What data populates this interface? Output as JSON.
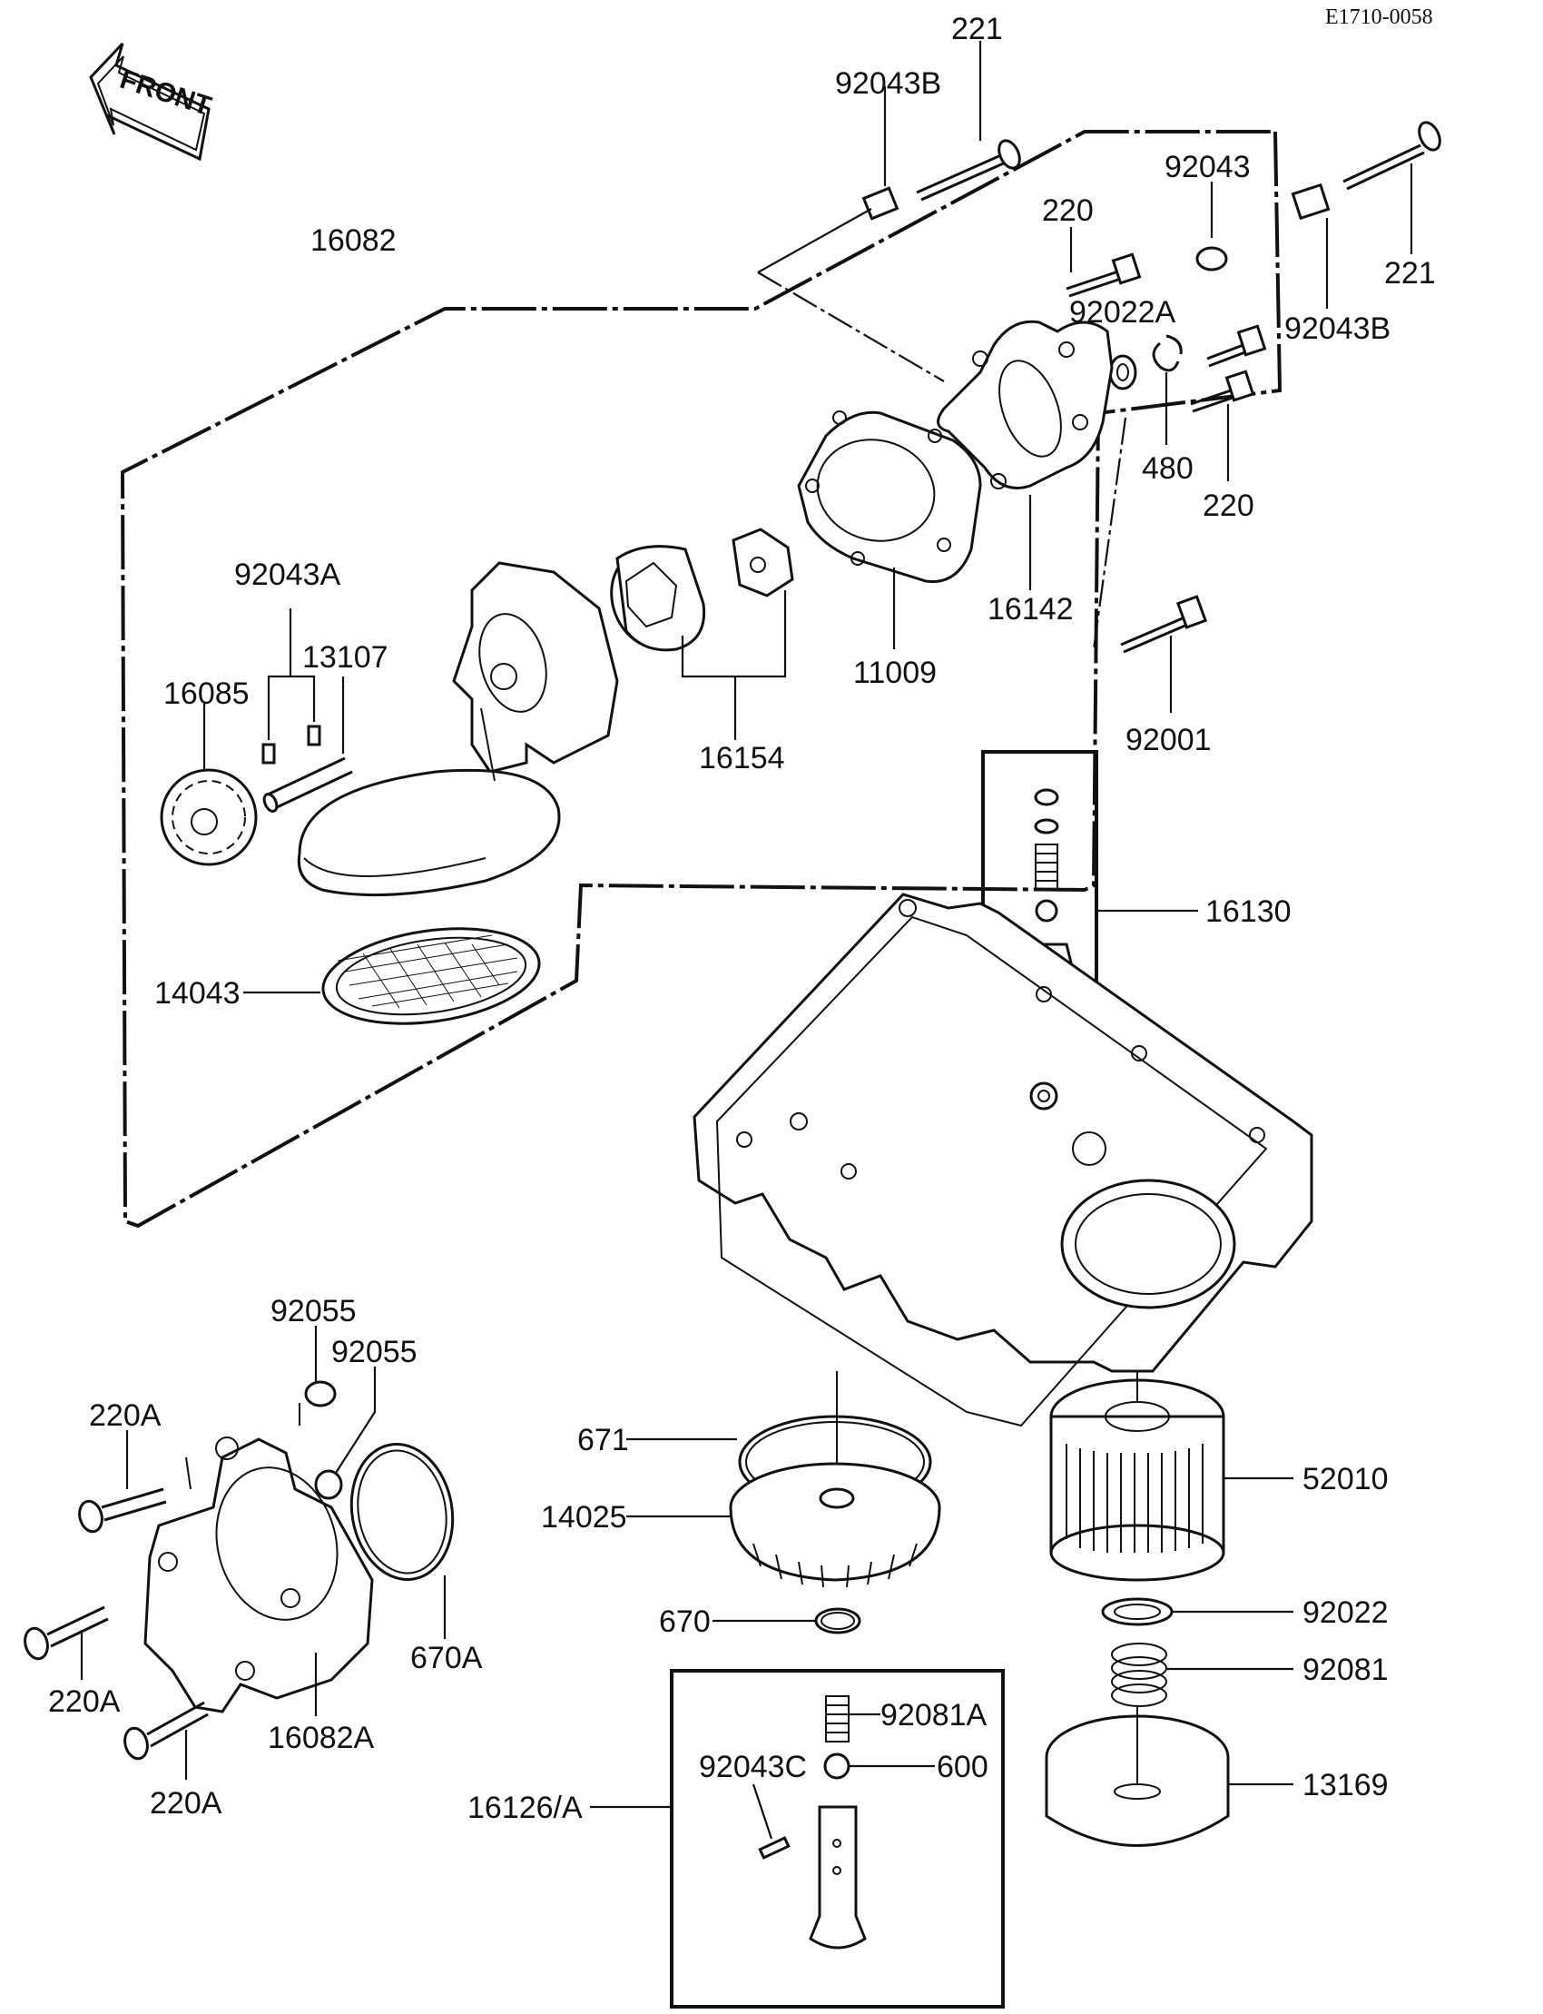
{
  "diagram_code": "E1710-0058",
  "front_arrow": {
    "label": "FRONT",
    "icon": "front-arrow-icon"
  },
  "parts": {
    "p221_top": "221",
    "p92043B_top": "92043B",
    "p92043": "92043",
    "p220_top": "220",
    "p16082": "16082",
    "p92022A": "92022A",
    "p92043B_right": "92043B",
    "p221_right": "221",
    "p480": "480",
    "p220_right": "220",
    "p16142": "16142",
    "p92043A": "92043A",
    "p13107": "13107",
    "p11009": "11009",
    "p16085": "16085",
    "p16154": "16154",
    "p92001": "92001",
    "p16130": "16130",
    "p14043": "14043",
    "p92055_a": "92055",
    "p92055_b": "92055",
    "p220A_1": "220A",
    "p671": "671",
    "p52010": "52010",
    "p14025": "14025",
    "p670A": "670A",
    "p670": "670",
    "p92022": "92022",
    "p92081": "92081",
    "p220A_2": "220A",
    "p16082A": "16082A",
    "p92081A": "92081A",
    "p92043C": "92043C",
    "p600": "600",
    "p13169": "13169",
    "p16126A": "16126/A",
    "p220A_3": "220A"
  }
}
